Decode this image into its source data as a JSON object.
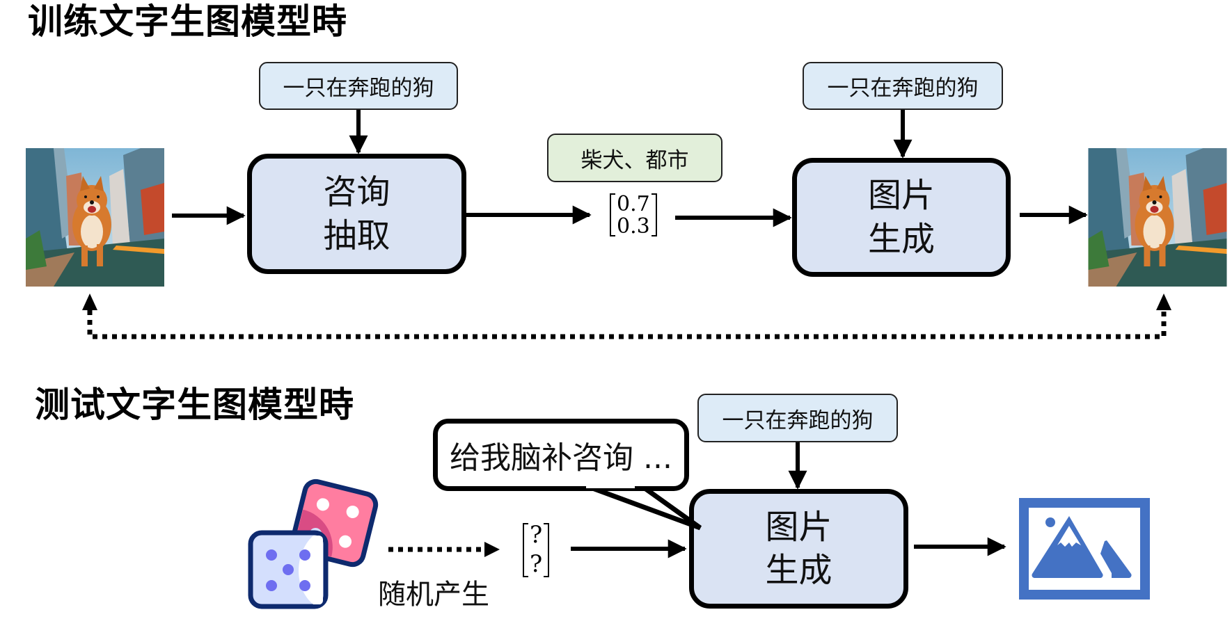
{
  "training": {
    "title": "训练文字生图模型時",
    "input_image": {
      "alt": "shiba-inu-running-in-city-photo"
    },
    "prompt_to_extractor": "一只在奔跑的狗",
    "extractor": {
      "line1": "咨询",
      "line2": "抽取"
    },
    "concept_tags": "柴犬、都市",
    "concept_vector": [
      "0.7",
      "0.3"
    ],
    "prompt_to_generator": "一只在奔跑的狗",
    "generator": {
      "line1": "图片",
      "line2": "生成"
    },
    "output_image": {
      "alt": "shiba-inu-running-in-city-photo"
    }
  },
  "testing": {
    "title": "测试文字生图模型時",
    "dice_icon": "dice-icon",
    "random_label": "随机产生",
    "unknown_vector": [
      "?",
      "?"
    ],
    "speech_bubble": "给我脑补咨询 ...",
    "prompt_to_generator": "一只在奔跑的狗",
    "generator": {
      "line1": "图片",
      "line2": "生成"
    },
    "output_icon": "image-placeholder-icon"
  },
  "colors": {
    "prompt_fill": "#DDEBF7",
    "concept_fill": "#E2EFDA",
    "model_fill": "#DAE3F3",
    "image_icon": "#4472C4",
    "die_blue": "#D4DFFD",
    "die_pink": "#FF7DA0",
    "die_outline": "#0E2A6E"
  }
}
